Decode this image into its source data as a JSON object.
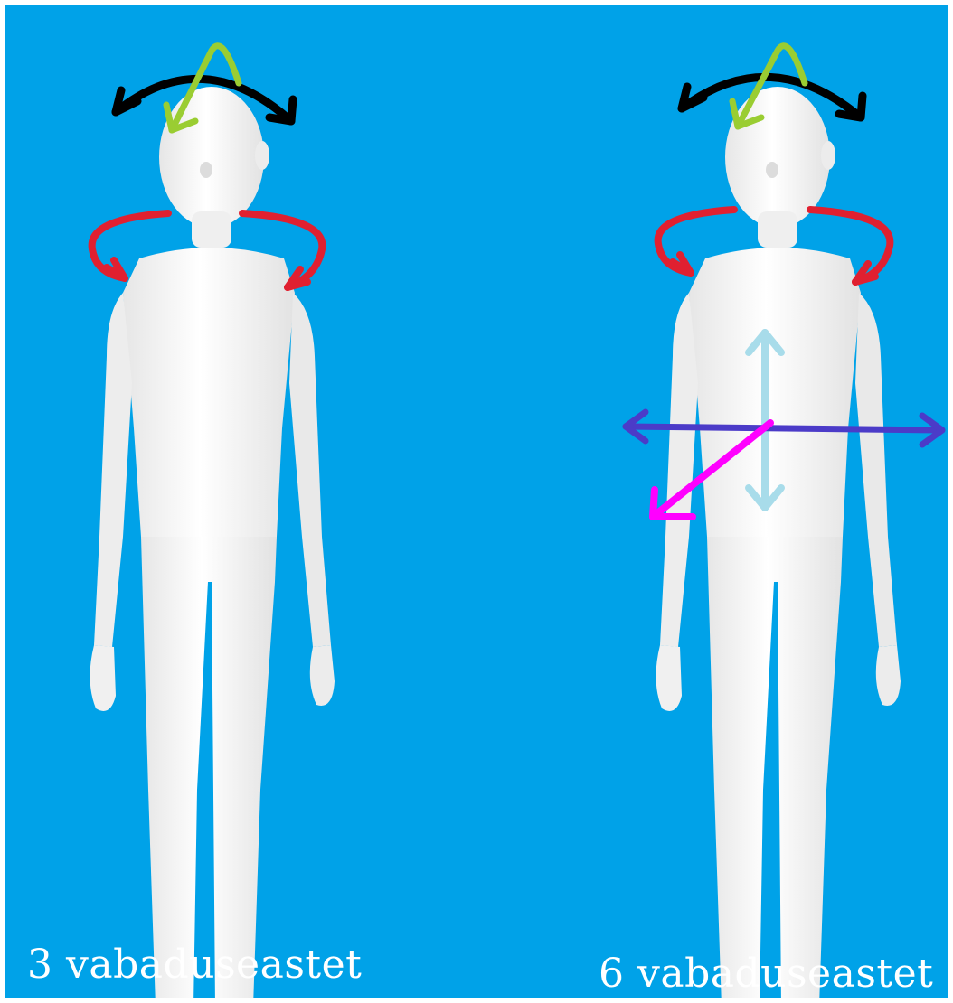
{
  "captions": {
    "left": "3 vabaduseastet",
    "right": "6 vabaduseastet"
  },
  "colors": {
    "background": "#00a2e8",
    "figure": "#f3f3f3",
    "yaw_arrow": "#000000",
    "pitch_arrow": "#9acd32",
    "roll_arrow": "#e02030",
    "vertical_arrow": "#a8dcea",
    "lateral_arrow": "#4b3bc8",
    "depth_arrow": "#ff00ff"
  },
  "figures": [
    {
      "name": "3-dof-figure",
      "arrows": [
        "yaw",
        "pitch",
        "roll"
      ]
    },
    {
      "name": "6-dof-figure",
      "arrows": [
        "yaw",
        "pitch",
        "roll",
        "vertical",
        "lateral",
        "depth"
      ]
    }
  ]
}
